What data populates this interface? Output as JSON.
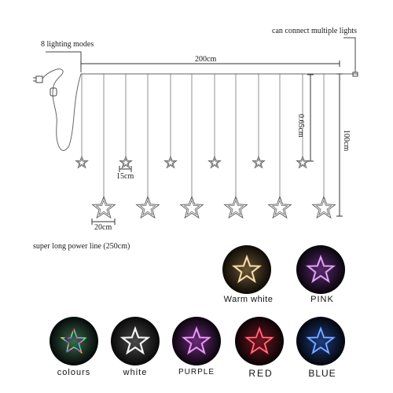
{
  "labels": {
    "modes": "8 lighting modes",
    "connect": "can connect multiple lights",
    "width": "200cm",
    "short_len": "0.65cm",
    "long_len": "100cm",
    "small_star": "15cm",
    "big_star": "20cm",
    "power": "super long power line (250cm)"
  },
  "swatches": [
    {
      "caption": "Warm white",
      "star_color": "#f6d79a",
      "glow": "#6b5634",
      "bg": "#0d0a06"
    },
    {
      "caption": "PINK",
      "star_color": "#d58cf0",
      "glow": "#5a2a6e",
      "bg": "#07050a"
    },
    {
      "caption": "colours",
      "star_color": "#6ad2ff",
      "glow": "#3b6a4a",
      "bg": "#05080a",
      "multicolor": true
    },
    {
      "caption": "white",
      "star_color": "#ffffff",
      "glow": "#4a4a4a",
      "bg": "#080808"
    },
    {
      "caption": "PURPLE",
      "star_color": "#e07ef0",
      "glow": "#6a2a78",
      "bg": "#0a050c"
    },
    {
      "caption": "RED",
      "star_color": "#ff3b4a",
      "glow": "#6e1522",
      "bg": "#0a0405"
    },
    {
      "caption": "BLUE",
      "star_color": "#4f8dff",
      "glow": "#1e3b7c",
      "bg": "#04060c"
    }
  ],
  "colors": {
    "line": "#555555",
    "star_stroke": "#666666"
  }
}
